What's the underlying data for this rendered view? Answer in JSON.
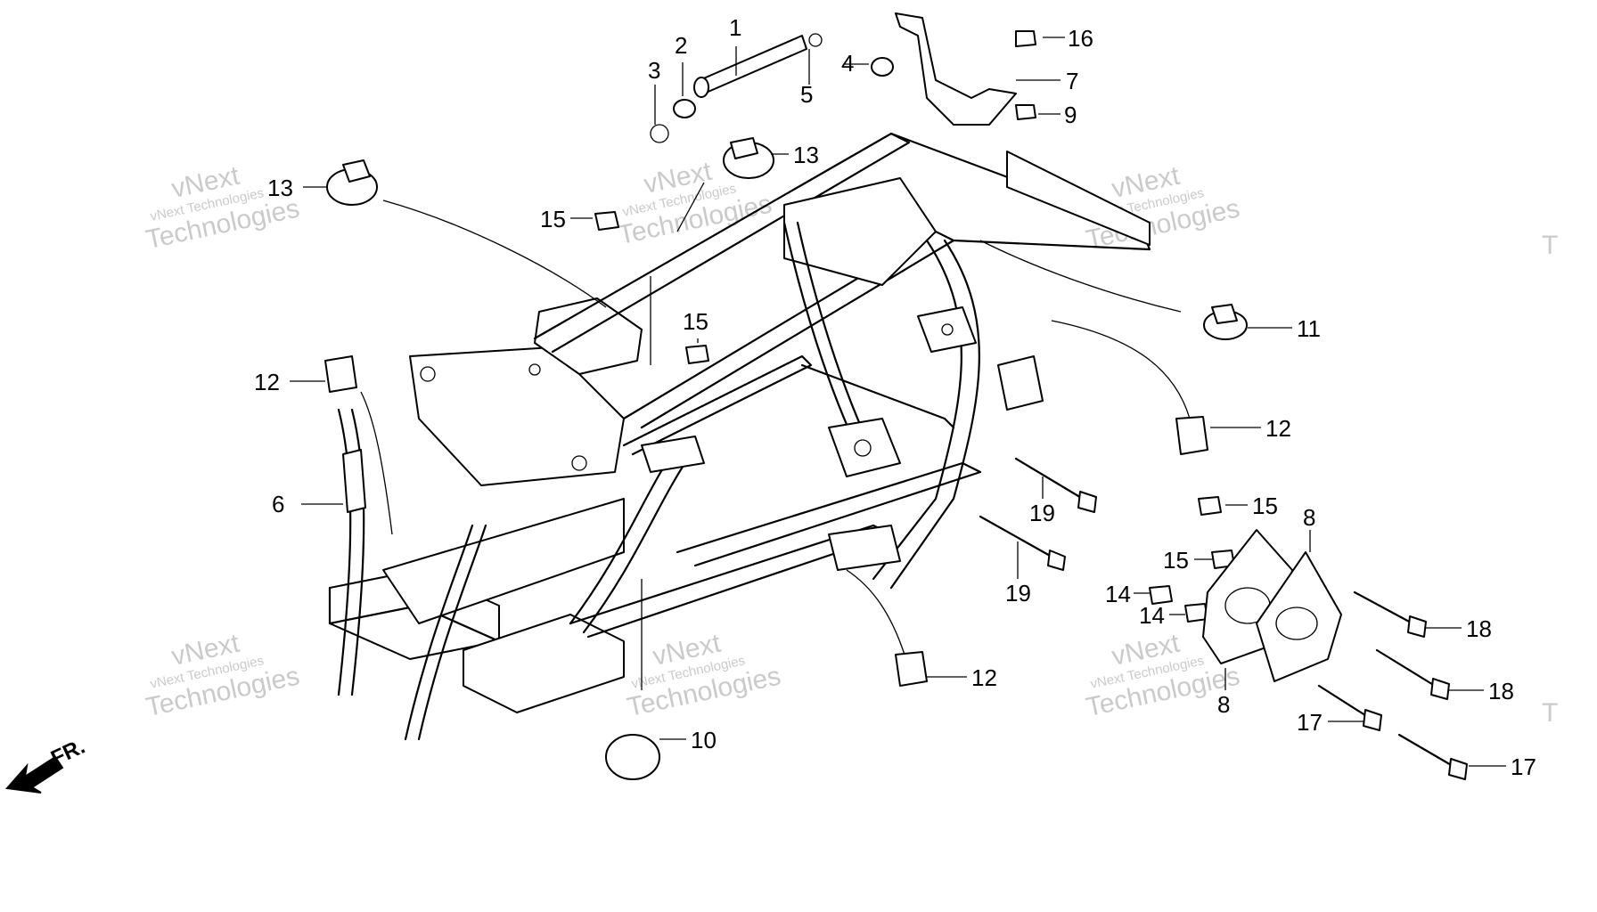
{
  "watermark": {
    "line1": "vNext",
    "line2": "vNext Technologies",
    "line3": "Technologies",
    "edge": "T"
  },
  "direction_label": "FR.",
  "callouts": [
    {
      "id": "c1",
      "label": "1"
    },
    {
      "id": "c2",
      "label": "2"
    },
    {
      "id": "c3",
      "label": "3"
    },
    {
      "id": "c4",
      "label": "4"
    },
    {
      "id": "c5",
      "label": "5"
    },
    {
      "id": "c6",
      "label": "6"
    },
    {
      "id": "c7",
      "label": "7"
    },
    {
      "id": "c8a",
      "label": "8"
    },
    {
      "id": "c8b",
      "label": "8"
    },
    {
      "id": "c9",
      "label": "9"
    },
    {
      "id": "c10",
      "label": "10"
    },
    {
      "id": "c11",
      "label": "11"
    },
    {
      "id": "c12a",
      "label": "12"
    },
    {
      "id": "c12b",
      "label": "12"
    },
    {
      "id": "c12c",
      "label": "12"
    },
    {
      "id": "c13a",
      "label": "13"
    },
    {
      "id": "c13b",
      "label": "13"
    },
    {
      "id": "c14a",
      "label": "14"
    },
    {
      "id": "c14b",
      "label": "14"
    },
    {
      "id": "c15a",
      "label": "15"
    },
    {
      "id": "c15b",
      "label": "15"
    },
    {
      "id": "c15c",
      "label": "15"
    },
    {
      "id": "c15d",
      "label": "15"
    },
    {
      "id": "c16",
      "label": "16"
    },
    {
      "id": "c17a",
      "label": "17"
    },
    {
      "id": "c17b",
      "label": "17"
    },
    {
      "id": "c18a",
      "label": "18"
    },
    {
      "id": "c18b",
      "label": "18"
    },
    {
      "id": "c19a",
      "label": "19"
    },
    {
      "id": "c19b",
      "label": "19"
    }
  ]
}
